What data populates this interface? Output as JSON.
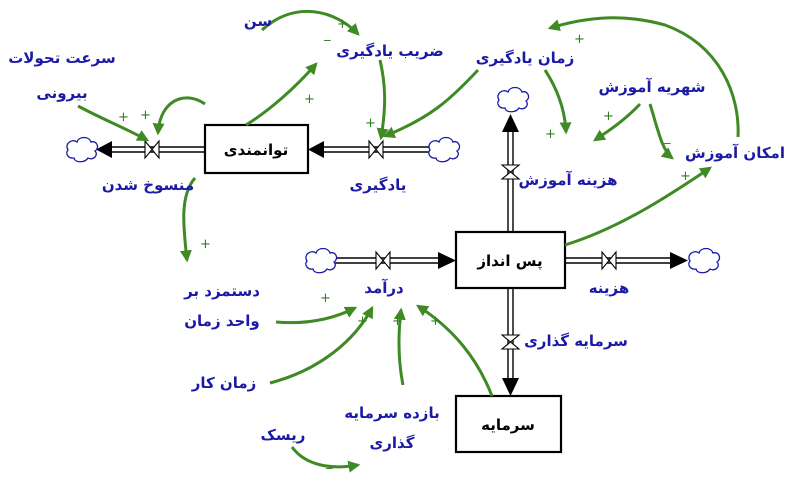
{
  "stocks": {
    "tavanmandi": "توانمندی",
    "pasandaz": "پس انداز",
    "sarmayeh": "سرمایه"
  },
  "flows": {
    "mansookh": "منسوخ شدن",
    "yadgiri": "یادگیری",
    "daramad": "درآمد",
    "hazineh": "هزینه",
    "sarmayeh_gozari": "سرمایه گذاری",
    "hazineh_amoozesh": "هزینه آموزش"
  },
  "variables": {
    "sen": "سن",
    "zarib_yadgiri": "ضریب یادگیری",
    "zaman_yadgiri": "زمان یادگیری",
    "sorat_line1": "سرعت تحولات",
    "sorat_line2": "بیرونی",
    "shahrieh": "شهریه آموزش",
    "emkan": "امکان آموزش",
    "dastmozd_line1": "دستمزد بر",
    "dastmozd_line2": "واحد زمان",
    "zaman_kar": "زمان کار",
    "bazdeh_line1": "بازده سرمایه",
    "bazdeh_line2": "گذاری",
    "risk": "ریسک"
  },
  "signs": {
    "plus": "+",
    "minus": "_"
  },
  "colors": {
    "link": "#3f8a25",
    "label": "#1a1aa6",
    "pipe": "#000000"
  }
}
